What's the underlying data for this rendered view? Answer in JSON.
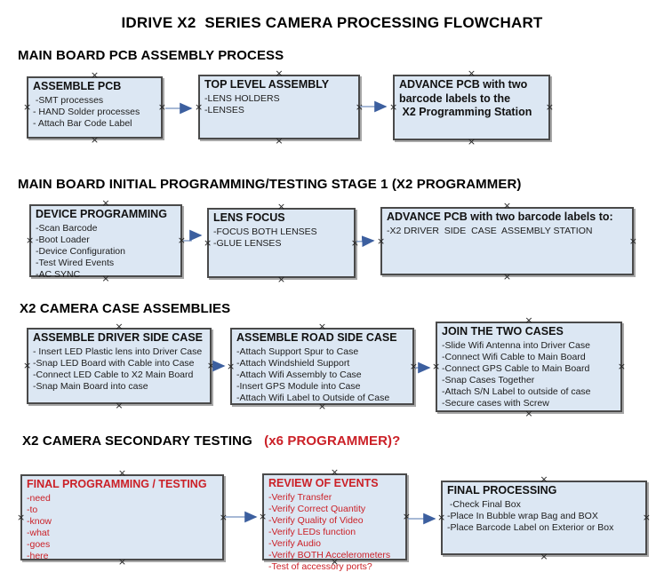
{
  "page_title": "IDRIVE X2  SERIES CAMERA PROCESSING FLOWCHART",
  "colors": {
    "box_fill": "#dce7f3",
    "box_border": "#4a4a4a",
    "arrow_line": "#8aa2c8",
    "arrow_head": "#3c5f9f",
    "red_text": "#cb2027",
    "black_text": "#111111"
  },
  "sections": [
    {
      "heading": "MAIN BOARD PCB ASSEMBLY PROCESS",
      "boxes": [
        {
          "title": "ASSEMBLE PCB",
          "items": [
            " -SMT processes",
            "- HAND Solder processes",
            "- Attach Bar Code Label"
          ]
        },
        {
          "title": "TOP LEVEL ASSEMBLY",
          "items": [
            "-LENS HOLDERS",
            "-LENSES"
          ]
        },
        {
          "title": "ADVANCE PCB with two\nbarcode labels to the\n X2 Programming Station",
          "items": []
        }
      ]
    },
    {
      "heading": "MAIN BOARD INITIAL PROGRAMMING/TESTING STAGE 1 (X2 PROGRAMMER)",
      "boxes": [
        {
          "title": "DEVICE PROGRAMMING",
          "items": [
            "-Scan Barcode",
            "-Boot Loader",
            "-Device Configuration",
            "-Test Wired Events",
            "-AC SYNC"
          ]
        },
        {
          "title": "LENS FOCUS",
          "items": [
            "-FOCUS BOTH LENSES",
            "-GLUE LENSES"
          ]
        },
        {
          "title": "ADVANCE PCB with two barcode labels to:",
          "items": [
            "-X2 DRIVER  SIDE  CASE  ASSEMBLY STATION"
          ]
        }
      ]
    },
    {
      "heading": "X2 CAMERA CASE ASSEMBLIES",
      "boxes": [
        {
          "title": "ASSEMBLE DRIVER SIDE CASE",
          "items": [
            "- Insert LED Plastic lens into Driver Case",
            "-Snap LED Board with Cable into Case",
            "-Connect LED Cable to X2 Main Board",
            "-Snap Main Board into case"
          ]
        },
        {
          "title": "ASSEMBLE ROAD SIDE CASE",
          "items": [
            "-Attach Support Spur to Case",
            "-Attach Windshield Support",
            "-Attach Wifi Assembly to Case",
            "-Insert GPS Module into Case",
            "-Attach Wifi Label to Outside of Case"
          ]
        },
        {
          "title": "JOIN THE TWO CASES",
          "items": [
            "-Slide Wifi Antenna into Driver Case",
            "-Connect Wifi Cable to Main Board",
            "-Connect GPS Cable to Main Board",
            "-Snap Cases Together",
            "-Attach S/N Label to outside of case",
            "-Secure cases with Screw"
          ]
        }
      ]
    },
    {
      "heading": "X2 CAMERA SECONDARY TESTING ",
      "heading_suffix": "(x6 PROGRAMMER)?",
      "boxes": [
        {
          "title": "FINAL PROGRAMMING / TESTING",
          "items": [
            "-need",
            "-to",
            "-know",
            "-what",
            "-goes",
            "-here"
          ]
        },
        {
          "title": "REVIEW OF EVENTS",
          "items": [
            "-Verify Transfer",
            "-Verify Correct Quantity",
            "-Verify Quality of Video",
            "-Verify LEDs function",
            "-Verify Audio",
            "-Verify BOTH Accelerometers",
            "-Test of accessory ports?"
          ]
        },
        {
          "title": "FINAL PROCESSING",
          "items": [
            " -Check Final Box",
            "-Place In Bubble wrap Bag and BOX",
            "-Place Barcode Label on Exterior or Box"
          ]
        }
      ]
    }
  ]
}
